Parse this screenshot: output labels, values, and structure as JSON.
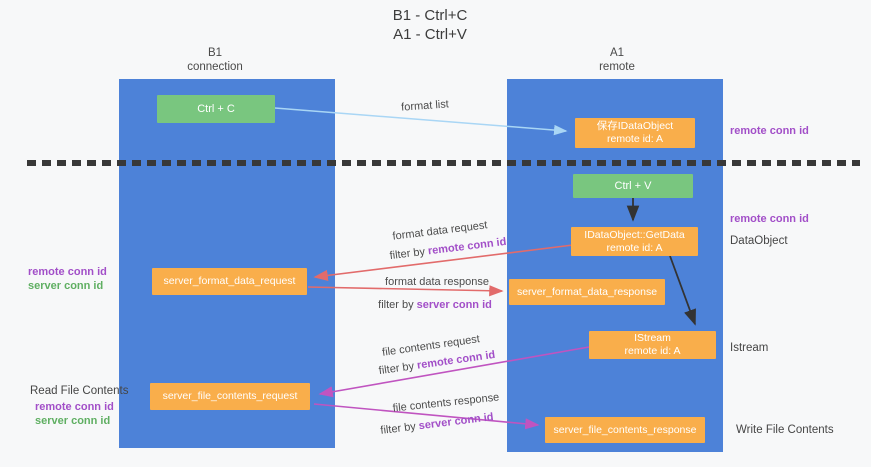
{
  "title": {
    "line1": "B1 - Ctrl+C",
    "line2": "A1 - Ctrl+V"
  },
  "lifelines": {
    "left": {
      "name": "B1",
      "role": "connection"
    },
    "right": {
      "name": "A1",
      "role": "remote"
    }
  },
  "boxes": {
    "ctrl_c": {
      "label": "Ctrl + C"
    },
    "ctrl_v": {
      "label": "Ctrl + V"
    },
    "save_dataobject": {
      "line1": "保存IDataObject",
      "line2": "remote id: A"
    },
    "getdata": {
      "line1": "IDataObject::GetData",
      "line2": "remote id: A"
    },
    "istream": {
      "line1": "IStream",
      "line2": "remote id: A"
    },
    "server_format_data_request": {
      "label": "server_format_data_request"
    },
    "server_format_data_response": {
      "label": "server_format_data_response"
    },
    "server_file_contents_request": {
      "label": "server_file_contents_request"
    },
    "server_file_contents_response": {
      "label": "server_file_contents_response"
    }
  },
  "flow_labels": {
    "format_list": "format list",
    "format_data_request": "format data request",
    "format_data_response": "format data response",
    "file_contents_request": "file contents request",
    "file_contents_response": "file contents response",
    "filter_by": "filter by",
    "remote_conn_id": "remote conn id",
    "server_conn_id": "server conn id"
  },
  "side_labels": {
    "remote_conn_id": "remote conn id",
    "server_conn_id": "server conn id",
    "read_file_contents": "Read File Contents",
    "write_file_contents": "Write File Contents",
    "dataobject": "DataObject",
    "istream": "Istream"
  },
  "colors": {
    "lifeline_blue": "#4d82d8",
    "action_green": "#79c67f",
    "message_orange": "#f9ae4b",
    "remote_conn_purple": "#a24fc8",
    "server_conn_green": "#5faf62",
    "request_arrow_red": "#e26b6b",
    "contents_arrow_magenta": "#c054c0",
    "format_list_arrow_blue": "#a9d6f5",
    "black_arrow": "#333333"
  }
}
